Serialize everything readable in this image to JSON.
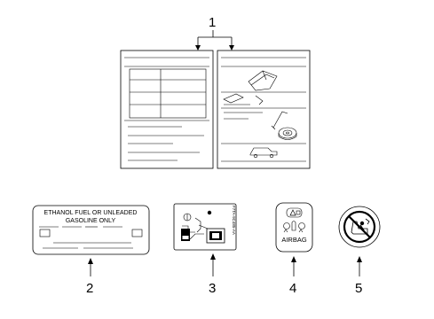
{
  "callouts": {
    "one": "1",
    "two": "2",
    "three": "3",
    "four": "4",
    "five": "5"
  },
  "fuel_label": {
    "line1": "ETHANOL FUEL OR UNLEADED",
    "line2": "GASOLINE ONLY"
  },
  "emission_label": {
    "vertical_code": "F7TA-9C485-AA"
  },
  "airbag_label": {
    "text": "AIRBAG"
  },
  "icons": [
    "vehicle-icon",
    "tire-inflator-icon",
    "lug-wrench-icon",
    "no-rear-child-seat-icon",
    "airbag-warning-icon"
  ],
  "colors": {
    "line": "#000000",
    "background": "#ffffff"
  }
}
